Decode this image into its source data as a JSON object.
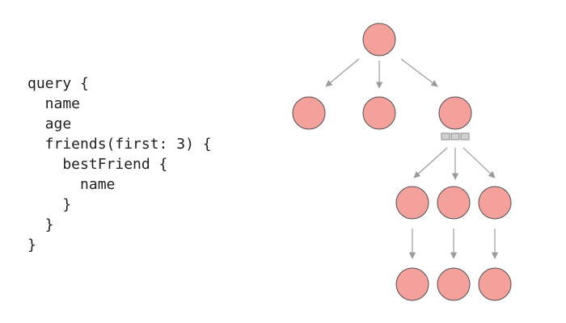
{
  "code": {
    "lines": [
      "query {",
      "  name",
      "  age",
      "  friends(first: 3) {",
      "    bestFriend {",
      "      name",
      "    }",
      "  }",
      "}"
    ]
  },
  "colors": {
    "text": "#1e1e1e",
    "node_fill": "#f4a19c",
    "node_stroke": "#505050",
    "arrow": "#9b9b9b",
    "connection_box_fill": "#d0d0d0",
    "connection_box_stroke": "#8a8a8a"
  }
}
